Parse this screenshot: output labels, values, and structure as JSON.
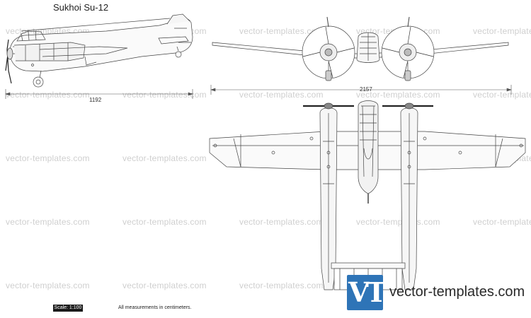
{
  "title": "Sukhoi Su-12",
  "watermark": "vector-templates.com",
  "dimensions": {
    "side_length": "1192",
    "wingspan": "2157"
  },
  "scale_label": "Scale: 1:100",
  "measurement_note": "All measurements in centimeters.",
  "logo": {
    "mark": "VT",
    "text": "vector-templates.com",
    "color": "#2e74b7"
  }
}
